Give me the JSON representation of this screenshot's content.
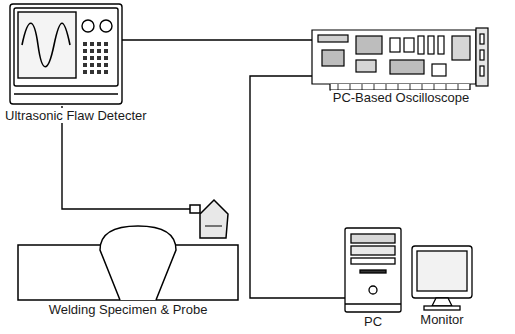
{
  "diagram": {
    "nodes": [
      {
        "text": [
          "Ultrasonic Flaw Detecter"
        ]
      },
      {
        "text": [
          "PC-Based Oscilloscope"
        ]
      },
      {
        "text": [
          "Welding Specimen & Probe"
        ]
      },
      {
        "text": [
          "PC"
        ]
      },
      {
        "text": [
          "Monitor"
        ]
      }
    ],
    "edges": [
      {
        "from": 0,
        "to": 1,
        "arrow": "none"
      },
      {
        "from": 1,
        "to": 3,
        "arrow": "none"
      },
      {
        "from": 0,
        "to": 2,
        "arrow": "none"
      }
    ]
  }
}
